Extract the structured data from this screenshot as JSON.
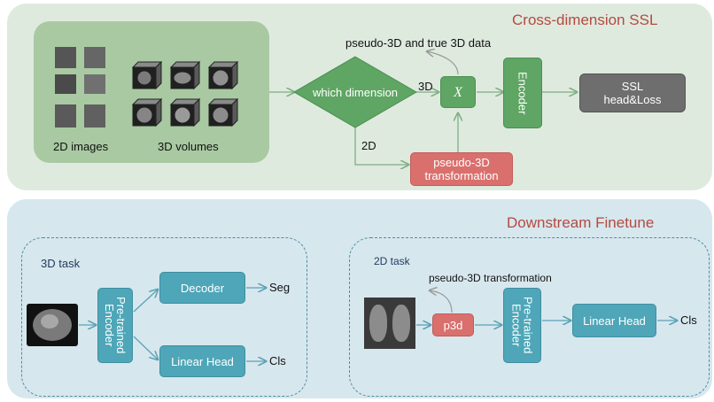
{
  "ssl": {
    "title": "Cross-dimension SSL",
    "images_2d_label": "2D images",
    "volumes_3d_label": "3D volumes",
    "decision_label": "which dimension",
    "branch_3d": "3D",
    "branch_2d": "2D",
    "merge_symbol": "X",
    "merge_caption": "pseudo-3D and true 3D data",
    "pseudo3d_box": "pseudo-3D transformation",
    "encoder": "Encoder",
    "head": "SSL head&Loss"
  },
  "downstream": {
    "title": "Downstream Finetune",
    "task3d": {
      "label": "3D task",
      "encoder": "Pre-trained Encoder",
      "decoder": "Decoder",
      "seg": "Seg",
      "linear_head": "Linear Head",
      "cls": "Cls"
    },
    "task2d": {
      "label": "2D task",
      "caption": "pseudo-3D transformation",
      "p3d": "p3d",
      "encoder": "Pre-trained Encoder",
      "linear_head": "Linear Head",
      "cls": "Cls"
    }
  },
  "colors": {
    "ssl_bg": "#dfeadf",
    "ds_bg": "#d7e7ee",
    "green": "#5fa563",
    "teal": "#4ea6b8",
    "red": "#d9706d",
    "gray": "#6e6e6e",
    "title_red": "#b54a3f"
  }
}
